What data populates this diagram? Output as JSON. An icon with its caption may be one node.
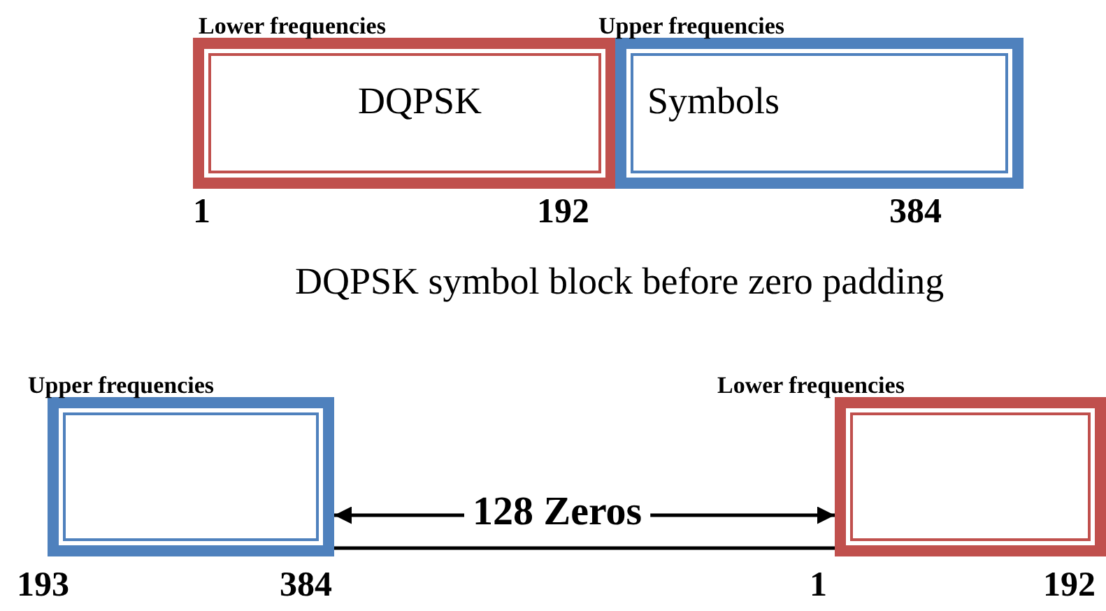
{
  "diagram": {
    "nodes": [
      {
        "text": [
          "Lower frequencies",
          "DQPSK"
        ]
      },
      {
        "text": [
          "Upper frequencies",
          "Symbols"
        ]
      },
      {
        "text": [
          "Upper frequencies"
        ]
      },
      {
        "text": [
          "Lower frequencies"
        ]
      },
      {
        "text": [
          "128 Zeros"
        ]
      }
    ],
    "edges": [
      {
        "from": 4,
        "to": 2,
        "arrow": "to"
      },
      {
        "from": 4,
        "to": 3,
        "arrow": "to"
      },
      {
        "from": 2,
        "to": 3,
        "arrow": "none"
      }
    ],
    "labels": [
      "1",
      "192",
      "384",
      "DQPSK symbol block before zero padding",
      "193",
      "384",
      "1",
      "192"
    ]
  }
}
